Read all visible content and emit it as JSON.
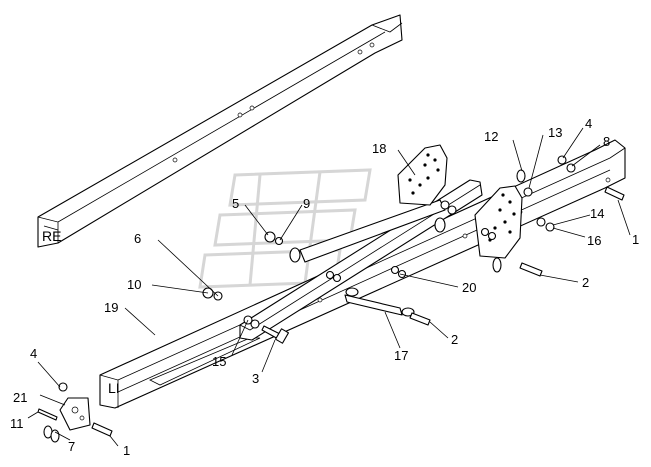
{
  "frame_labels": {
    "right": "RE",
    "left": "LI"
  },
  "callouts": {
    "c1a": "1",
    "c1b": "1",
    "c2a": "2",
    "c2b": "2",
    "c3": "3",
    "c4a": "4",
    "c4b": "4",
    "c5": "5",
    "c6": "6",
    "c7": "7",
    "c8": "8",
    "c9": "9",
    "c10": "10",
    "c11": "11",
    "c12": "12",
    "c13": "13",
    "c14": "14",
    "c15": "15",
    "c16": "16",
    "c17": "17",
    "c18": "18",
    "c19": "19",
    "c20": "20",
    "c21": "21"
  }
}
